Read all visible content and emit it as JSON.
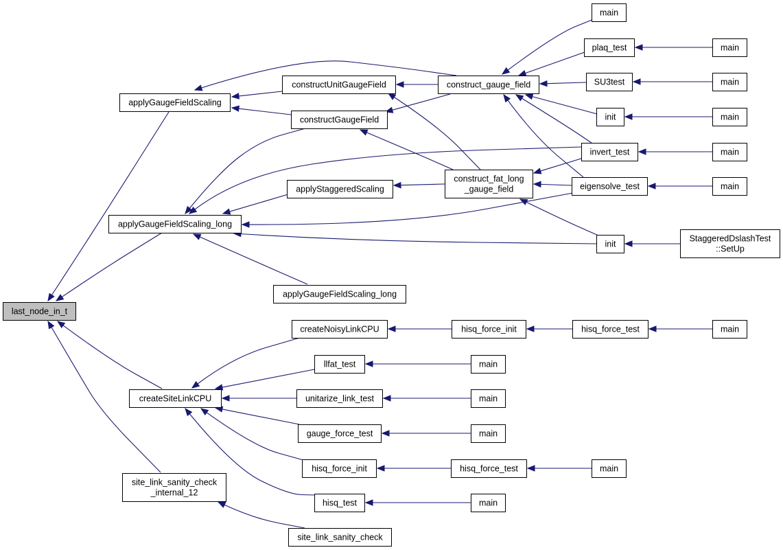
{
  "graph": {
    "edge_color": "#191970",
    "focus_fill": "#bfbfbf",
    "nodes": [
      {
        "id": "last_node_in_t",
        "lines": [
          "last_node_in_t"
        ],
        "focus": true
      },
      {
        "id": "applyGaugeFieldScaling",
        "lines": [
          "applyGaugeFieldScaling"
        ]
      },
      {
        "id": "applyGaugeFieldScaling_long_1",
        "lines": [
          "applyGaugeFieldScaling_long"
        ]
      },
      {
        "id": "createSiteLinkCPU",
        "lines": [
          "createSiteLinkCPU"
        ]
      },
      {
        "id": "site_link_sanity_check_internal_12",
        "lines": [
          "site_link_sanity_check",
          "_internal_12"
        ]
      },
      {
        "id": "constructUnitGaugeField",
        "lines": [
          "constructUnitGaugeField"
        ]
      },
      {
        "id": "constructGaugeField",
        "lines": [
          "constructGaugeField"
        ]
      },
      {
        "id": "applyStaggeredScaling",
        "lines": [
          "applyStaggeredScaling"
        ]
      },
      {
        "id": "applyGaugeFieldScaling_long_2",
        "lines": [
          "applyGaugeFieldScaling_long"
        ]
      },
      {
        "id": "createNoisyLinkCPU",
        "lines": [
          "createNoisyLinkCPU"
        ]
      },
      {
        "id": "llfat_test",
        "lines": [
          "llfat_test"
        ]
      },
      {
        "id": "unitarize_link_test",
        "lines": [
          "unitarize_link_test"
        ]
      },
      {
        "id": "gauge_force_test",
        "lines": [
          "gauge_force_test"
        ]
      },
      {
        "id": "hisq_force_init_b",
        "lines": [
          "hisq_force_init"
        ]
      },
      {
        "id": "hisq_test",
        "lines": [
          "hisq_test"
        ]
      },
      {
        "id": "site_link_sanity_check",
        "lines": [
          "site_link_sanity_check"
        ]
      },
      {
        "id": "construct_gauge_field",
        "lines": [
          "construct_gauge_field"
        ]
      },
      {
        "id": "construct_fat_long_gauge_field",
        "lines": [
          "construct_fat_long",
          "_gauge_field"
        ]
      },
      {
        "id": "hisq_force_init_a",
        "lines": [
          "hisq_force_init"
        ]
      },
      {
        "id": "hisq_force_test_b",
        "lines": [
          "hisq_force_test"
        ]
      },
      {
        "id": "main_llfat",
        "lines": [
          "main"
        ]
      },
      {
        "id": "main_unitarize",
        "lines": [
          "main"
        ]
      },
      {
        "id": "main_gauge_force",
        "lines": [
          "main"
        ]
      },
      {
        "id": "main_hisq_test",
        "lines": [
          "main"
        ]
      },
      {
        "id": "main_top",
        "lines": [
          "main"
        ]
      },
      {
        "id": "plaq_test",
        "lines": [
          "plaq_test"
        ]
      },
      {
        "id": "SU3test",
        "lines": [
          "SU3test"
        ]
      },
      {
        "id": "init_a",
        "lines": [
          "init"
        ]
      },
      {
        "id": "invert_test",
        "lines": [
          "invert_test"
        ]
      },
      {
        "id": "eigensolve_test",
        "lines": [
          "eigensolve_test"
        ]
      },
      {
        "id": "init_b",
        "lines": [
          "init"
        ]
      },
      {
        "id": "hisq_force_test_a",
        "lines": [
          "hisq_force_test"
        ]
      },
      {
        "id": "main_hisq_force_test_b",
        "lines": [
          "main"
        ]
      },
      {
        "id": "main_plaq",
        "lines": [
          "main"
        ]
      },
      {
        "id": "main_su3",
        "lines": [
          "main"
        ]
      },
      {
        "id": "main_init",
        "lines": [
          "main"
        ]
      },
      {
        "id": "main_invert",
        "lines": [
          "main"
        ]
      },
      {
        "id": "main_eigen",
        "lines": [
          "main"
        ]
      },
      {
        "id": "StaggeredDslashTest_SetUp",
        "lines": [
          "StaggeredDslashTest",
          "::SetUp"
        ]
      },
      {
        "id": "main_hisq_force_test_a",
        "lines": [
          "main"
        ]
      }
    ]
  }
}
